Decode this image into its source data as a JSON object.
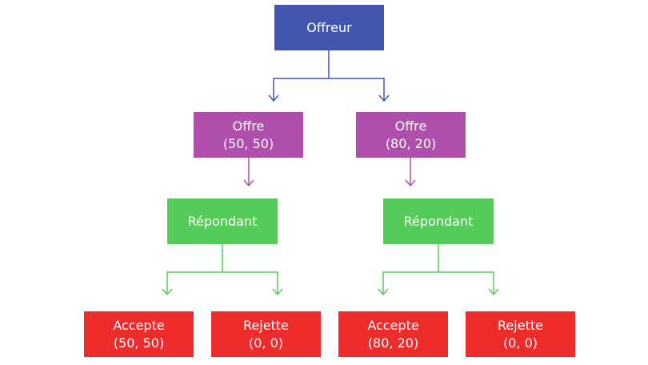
{
  "colors": {
    "offreur": "#4455ad",
    "offre": "#b04fab",
    "repondant": "#55cc5a",
    "resultat": "#ed2b2b"
  },
  "nodes": {
    "offreur": {
      "line1": "Offreur"
    },
    "offre_a": {
      "line1": "Offre",
      "line2": "(50, 50)"
    },
    "offre_b": {
      "line1": "Offre",
      "line2": "(80, 20)"
    },
    "repondant_a": {
      "line1": "Répondant"
    },
    "repondant_b": {
      "line1": "Répondant"
    },
    "accepte_a": {
      "line1": "Accepte",
      "line2": "(50, 50)"
    },
    "rejette_a": {
      "line1": "Rejette",
      "line2": "(0, 0)"
    },
    "accepte_b": {
      "line1": "Accepte",
      "line2": "(80, 20)"
    },
    "rejette_b": {
      "line1": "Rejette",
      "line2": "(0, 0)"
    }
  }
}
